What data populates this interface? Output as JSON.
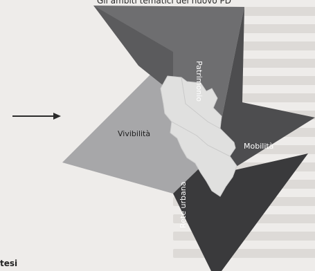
{
  "caption": "Gli ambiti tematici del nuovo PD",
  "diagram": {
    "labels": {
      "patrimonio": "Patrimonio",
      "vivibilita": "Vivibilità",
      "mobilita": "Mobilità",
      "rete_urbana": "Rete urbana"
    },
    "colors": {
      "patrimonio": "#6e6e70",
      "vivibilita": "#a7a7a9",
      "mobilita": "#4d4d4f",
      "rete_urbana": "#3a3a3c",
      "map": "#e0e0df"
    }
  },
  "side_heading": "tesi"
}
